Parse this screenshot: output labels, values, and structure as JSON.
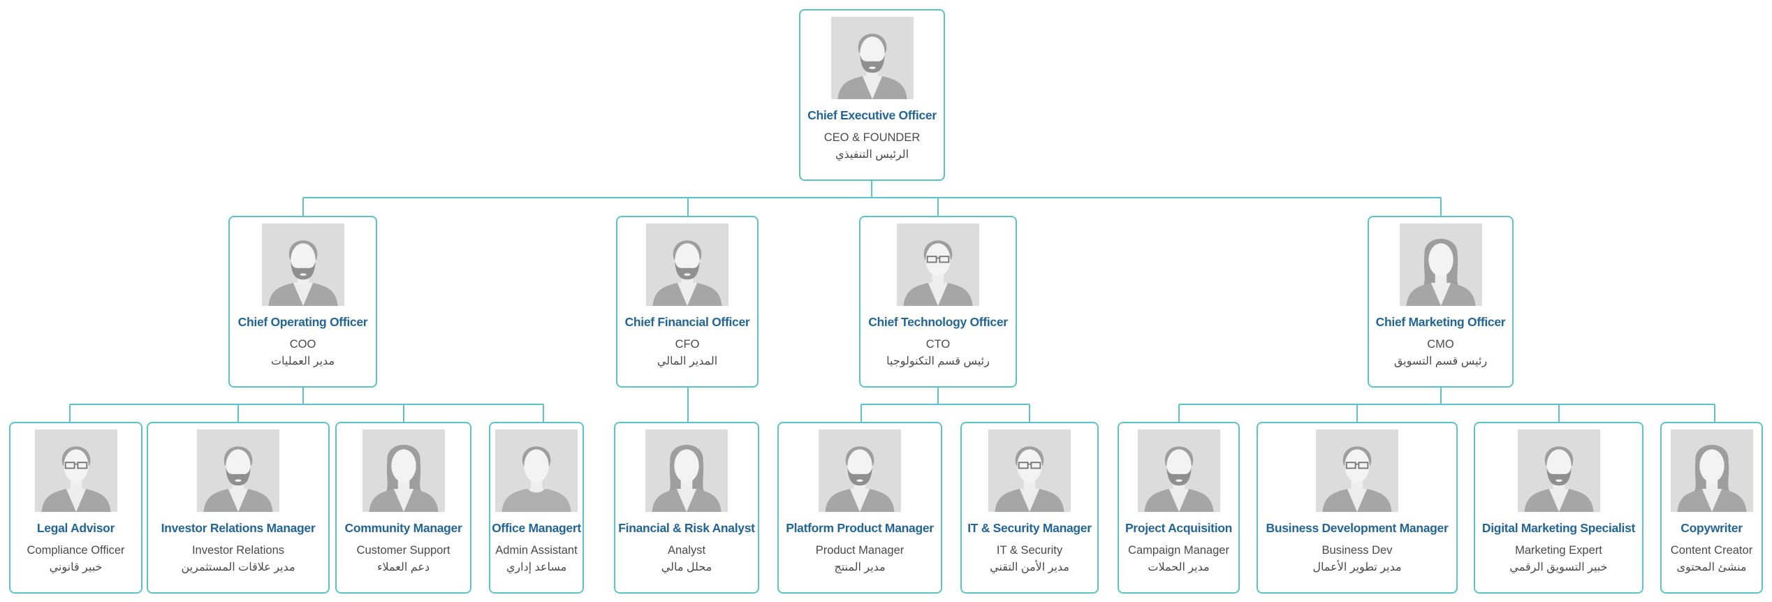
{
  "colors": {
    "border": "#5cc4c6",
    "title": "#236594",
    "text": "#4a4a4a",
    "line": "#5cc4c6"
  },
  "nodes": [
    {
      "title": "Chief Executive Officer",
      "role": "CEO & FOUNDER",
      "arabic": "الرئيس التنفيذي",
      "avatar": "male-beard"
    },
    {
      "title": "Chief Operating Officer",
      "role": "COO",
      "arabic": "مدير العمليات",
      "avatar": "male-beard"
    },
    {
      "title": "Chief Financial Officer",
      "role": "CFO",
      "arabic": "المدير المالي",
      "avatar": "male-beard"
    },
    {
      "title": "Chief Technology Officer",
      "role": "CTO",
      "arabic": "رئيس قسم التكنولوجيا",
      "avatar": "male-glasses"
    },
    {
      "title": "Chief Marketing Officer",
      "role": "CMO",
      "arabic": "رئيس قسم التسويق",
      "avatar": "female"
    },
    {
      "title": "Legal Advisor",
      "role": "Compliance Officer",
      "arabic": "خبير قانوني",
      "avatar": "male-glasses"
    },
    {
      "title": "Investor Relations Manager",
      "role": "Investor Relations",
      "arabic": "مدير علاقات المستثمرين",
      "avatar": "male-beard"
    },
    {
      "title": "Community Manager",
      "role": "Customer Support",
      "arabic": "دعم العملاء",
      "avatar": "female"
    },
    {
      "title": "Office Managert",
      "role": "Admin Assistant",
      "arabic": "مساعد إداري",
      "avatar": "male-plain"
    },
    {
      "title": "Financial & Risk Analyst",
      "role": "Analyst",
      "arabic": "محلل مالي",
      "avatar": "female"
    },
    {
      "title": "Platform Product Manager",
      "role": "Product Manager",
      "arabic": "مدير المنتج",
      "avatar": "male-beard"
    },
    {
      "title": "IT & Security Manager",
      "role": "IT & Security",
      "arabic": "مدير الأمن التقني",
      "avatar": "male-glasses"
    },
    {
      "title": "Project Acquisition",
      "role": "Campaign Manager",
      "arabic": "مدير الحملات",
      "avatar": "male-beard"
    },
    {
      "title": "Business Development Manager",
      "role": "Business Dev",
      "arabic": "مدير تطوير الأعمال",
      "avatar": "male-glasses"
    },
    {
      "title": "Digital Marketing Specialist",
      "role": "Marketing Expert",
      "arabic": "خبير التسويق الرقمي",
      "avatar": "male-beard"
    },
    {
      "title": "Copywriter",
      "role": "Content Creator",
      "arabic": "منشئ المحتوى",
      "avatar": "female"
    }
  ]
}
